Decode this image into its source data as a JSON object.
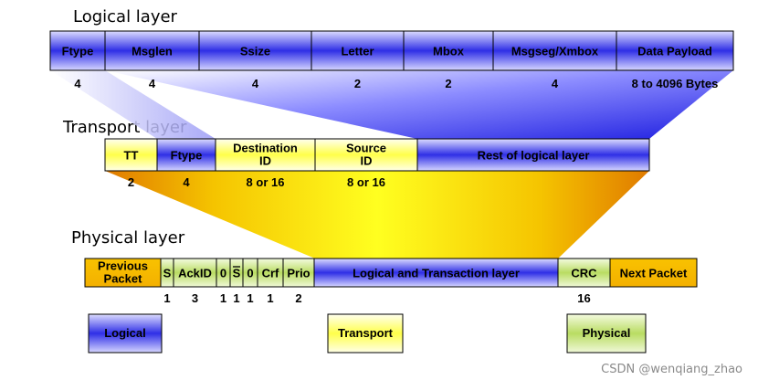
{
  "layer_titles": {
    "logical": "Logical layer",
    "transport": "Transport layer",
    "physical": "Physical layer"
  },
  "logical_fields": [
    "Ftype",
    "Msglen",
    "Ssize",
    "Letter",
    "Mbox",
    "Msgseg/Xmbox",
    "Data Payload"
  ],
  "logical_sizes": [
    "4",
    "4",
    "4",
    "2",
    "2",
    "4",
    "8 to 4096 Bytes"
  ],
  "transport_fields": [
    {
      "line1": "TT",
      "line2": ""
    },
    {
      "line1": "Ftype",
      "line2": ""
    },
    {
      "line1": "Destination",
      "line2": "ID"
    },
    {
      "line1": "Source",
      "line2": "ID"
    },
    {
      "line1": "Rest of logical layer",
      "line2": ""
    }
  ],
  "transport_sizes": [
    "2",
    "4",
    "8 or 16",
    "8 or 16",
    ""
  ],
  "physical_fields": [
    {
      "line1": "Previous",
      "line2": "Packet"
    },
    {
      "line1": "S",
      "line2": ""
    },
    {
      "line1": "AckID",
      "line2": ""
    },
    {
      "line1": "0",
      "line2": ""
    },
    {
      "line1": "S",
      "line2": ""
    },
    {
      "line1": "0",
      "line2": ""
    },
    {
      "line1": "Crf",
      "line2": ""
    },
    {
      "line1": "Prio",
      "line2": ""
    },
    {
      "line1": "Logical and Transaction layer",
      "line2": ""
    },
    {
      "line1": "CRC",
      "line2": ""
    },
    {
      "line1": "Next Packet",
      "line2": ""
    }
  ],
  "physical_sizes": [
    "",
    "1",
    "3",
    "1",
    "1",
    "1",
    "1",
    "2",
    "",
    "16",
    ""
  ],
  "legend": {
    "logical": "Logical",
    "transport": "Transport",
    "physical": "Physical"
  },
  "watermark": "CSDN @wenqiang_zhao",
  "colors": {
    "logical_blue": "#3a3ae8",
    "transport_yellow": "#ffff55",
    "physical_green": "#bfe06a",
    "packet_orange": "#f5b800"
  }
}
